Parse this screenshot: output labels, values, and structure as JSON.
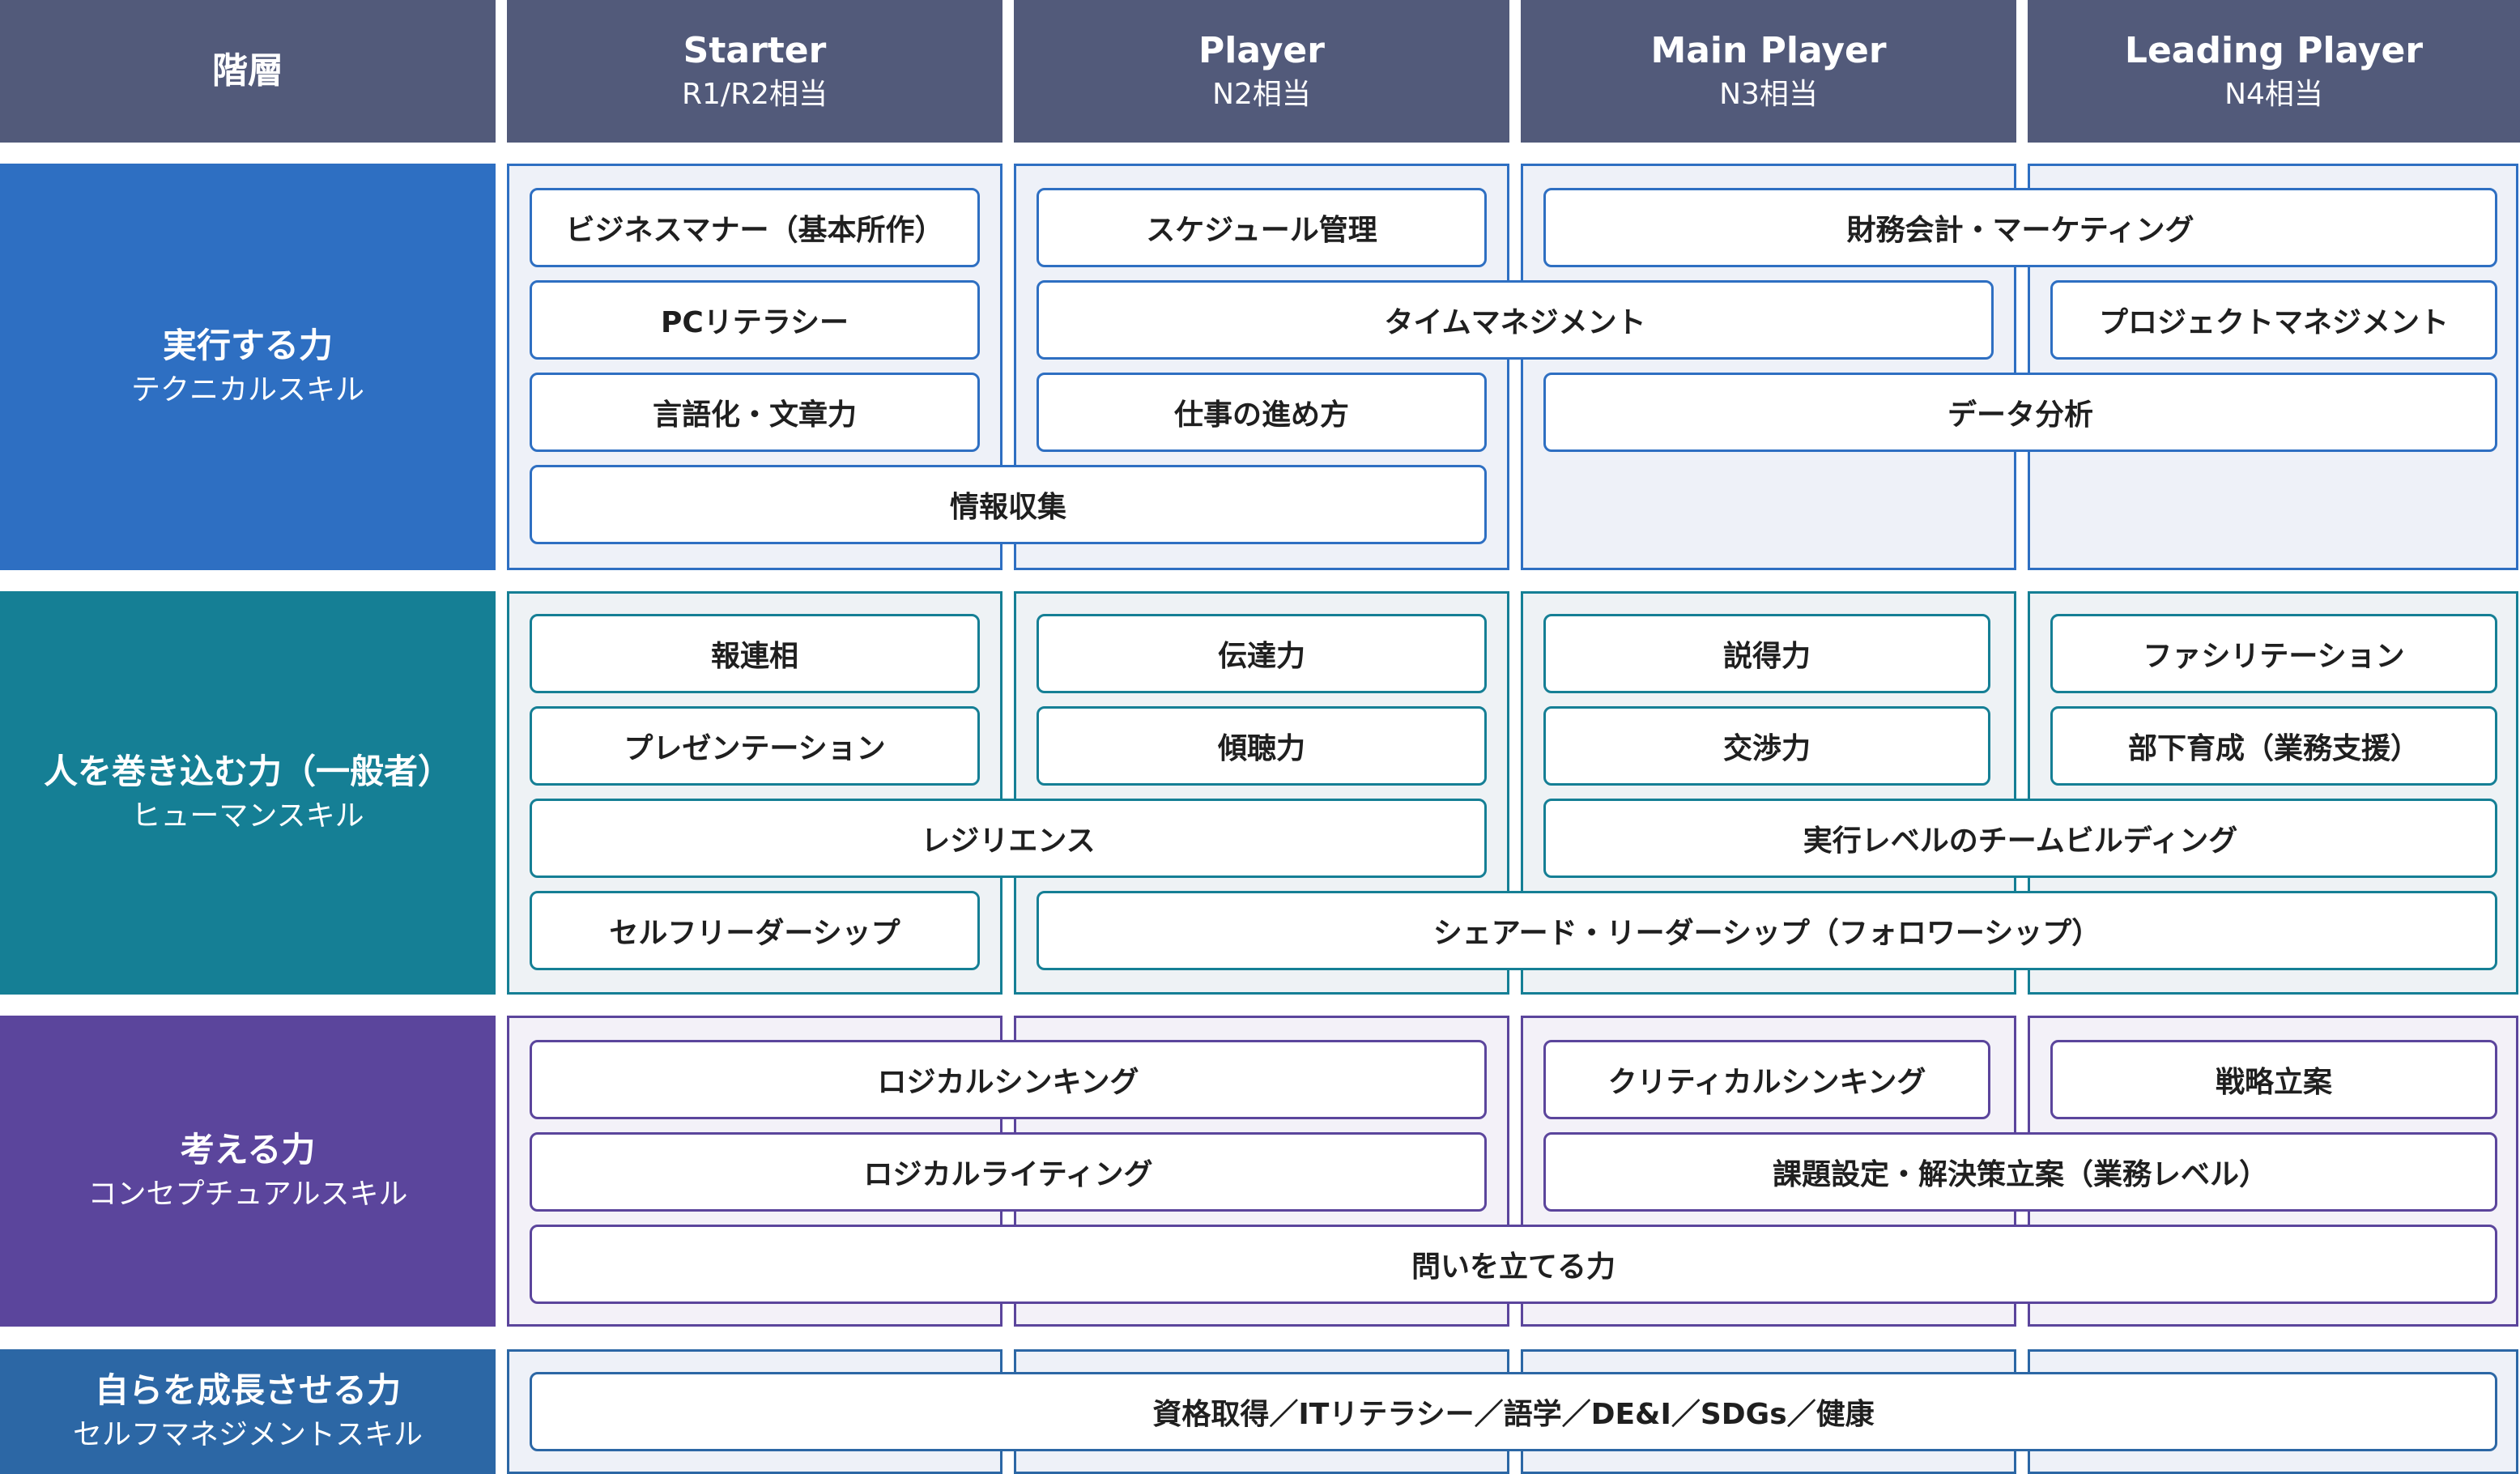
{
  "colors": {
    "header_bg": "#525a7a",
    "row1_accent": "#2e6fc2",
    "row2_accent": "#157f95",
    "row3_accent": "#5b459c",
    "row4_accent": "#2c67a5"
  },
  "header": {
    "corner": "階層",
    "columns": [
      {
        "title": "Starter",
        "sub": "R1/R2相当"
      },
      {
        "title": "Player",
        "sub": "N2相当"
      },
      {
        "title": "Main Player",
        "sub": "N3相当"
      },
      {
        "title": "Leading Player",
        "sub": "N4相当"
      }
    ]
  },
  "rows": [
    {
      "label": "実行する力",
      "sub": "テクニカルスキル",
      "skills": [
        "ビジネスマナー（基本所作）",
        "PCリテラシー",
        "言語化・文章力",
        "情報収集",
        "スケジュール管理",
        "タイムマネジメント",
        "仕事の進め方",
        "財務会計・マーケティング",
        "プロジェクトマネジメント",
        "データ分析"
      ]
    },
    {
      "label": "人を巻き込む力（一般者）",
      "sub": "ヒューマンスキル",
      "skills": [
        "報連相",
        "プレゼンテーション",
        "レジリエンス",
        "セルフリーダーシップ",
        "伝達力",
        "傾聴力",
        "シェアード・リーダーシップ（フォロワーシップ）",
        "説得力",
        "交渉力",
        "実行レベルのチームビルディング",
        "ファシリテーション",
        "部下育成（業務支援）"
      ]
    },
    {
      "label": "考える力",
      "sub": "コンセプチュアルスキル",
      "skills": [
        "ロジカルシンキング",
        "ロジカルライティング",
        "問いを立てる力",
        "クリティカルシンキング",
        "課題設定・解決策立案（業務レベル）",
        "戦略立案"
      ]
    },
    {
      "label": "自らを成長させる力",
      "sub": "セルフマネジメントスキル",
      "skills": [
        "資格取得／ITリテラシー／語学／DE&I／SDGs／健康"
      ]
    }
  ]
}
